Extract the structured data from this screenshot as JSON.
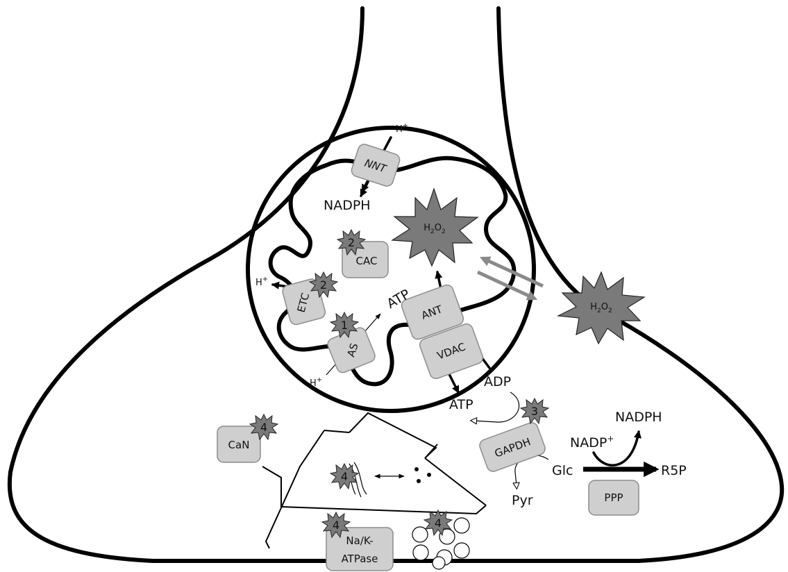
{
  "labels": {
    "h_plus_top": "H",
    "h_plus_left": "H",
    "h_plus_bottom": "H",
    "plus_sign": "+",
    "nadph_matrix": "NADPH",
    "atp_matrix": "ATP",
    "atp_cytosol": "ATP",
    "adp": "ADP",
    "nadph_ppp": "NADPH",
    "nadp_plus": "NADP",
    "glc": "Glc",
    "r5p": "R5P",
    "pyr": "Pyr"
  },
  "h2o2": {
    "base": "H",
    "sub1": "2",
    "mid": "O",
    "sub2": "2"
  },
  "boxes": {
    "nnt": "NNT",
    "cac": "CAC",
    "etc": "ETC",
    "as": "AS",
    "ant": "ANT",
    "vdac": "VDAC",
    "gapdh": "GAPDH",
    "can": "CaN",
    "ppp": "PPP",
    "na_k_line1": "Na/K-",
    "na_k_line2": "ATPase"
  },
  "markers": {
    "as": "1",
    "cac": "2",
    "etc": "2",
    "gapdh": "3",
    "can": "4",
    "cytoskeleton": "4",
    "pump": "4",
    "vesicles": "4"
  },
  "colors": {
    "protein_fill": "#cfcfcf",
    "star_fill": "#7a7a7a",
    "diffusion_arrow": "#8a8a8a",
    "outline": "#000000"
  }
}
